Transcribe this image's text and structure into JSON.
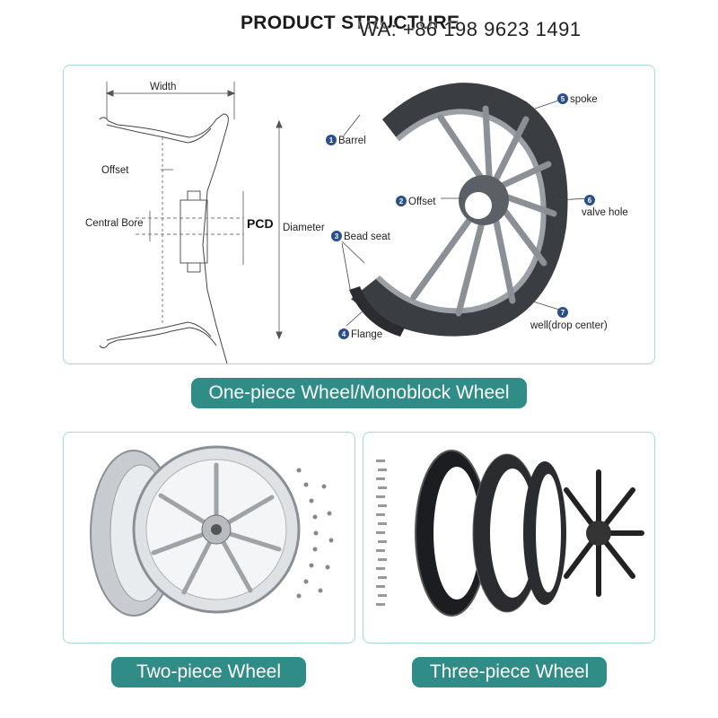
{
  "header": {
    "title": "PRODUCT STRUCTURE",
    "contact": "WA: +86 198 9623 1491"
  },
  "cross_section": {
    "width": "Width",
    "offset": "Offset",
    "central_bore": "Central Bore",
    "pcd": "PCD",
    "diameter": "Diameter"
  },
  "parts": {
    "barrel": {
      "num": "1",
      "label": "Barrel"
    },
    "offset": {
      "num": "2",
      "label": "Offset"
    },
    "bead_seat": {
      "num": "3",
      "label": "Bead seat"
    },
    "flange": {
      "num": "4",
      "label": "Flange"
    },
    "spoke": {
      "num": "5",
      "label": "spoke"
    },
    "valve_hole": {
      "num": "6",
      "label": "valve hole"
    },
    "well": {
      "num": "7",
      "label": "well(drop center)"
    }
  },
  "captions": {
    "one_piece": "One-piece Wheel/Monoblock Wheel",
    "two_piece": "Two-piece Wheel",
    "three_piece": "Three-piece Wheel"
  },
  "colors": {
    "accent": "#2f8c86",
    "panel_border": "#a9d7d2",
    "badge": "#2a4f8e"
  }
}
